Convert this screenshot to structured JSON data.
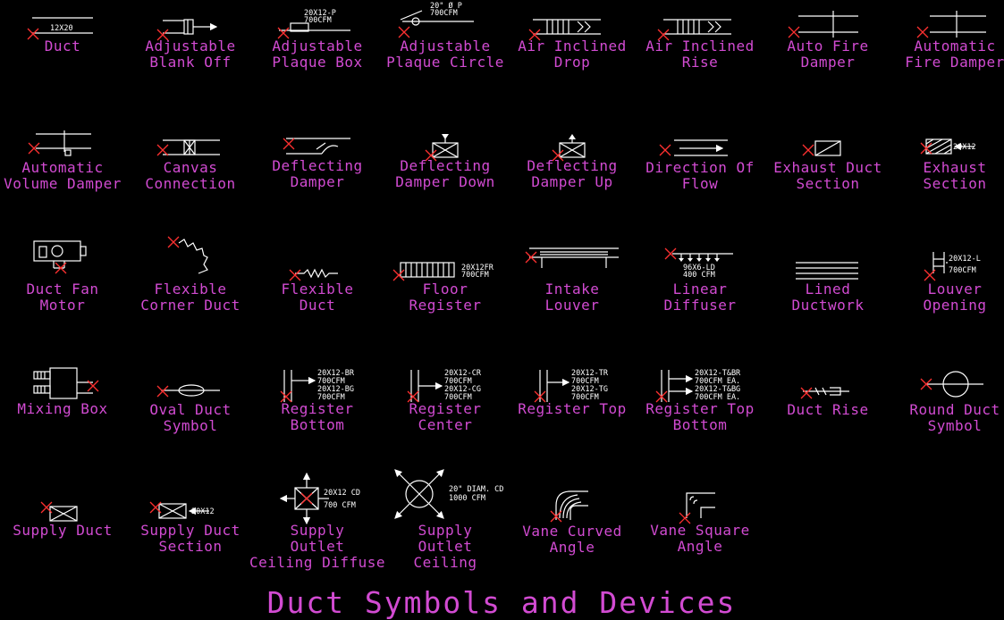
{
  "title": "Duct Symbols and Devices",
  "colors": {
    "background": "#000000",
    "label": "#d24bd2",
    "symbol": "#ffffff",
    "insertion_mark": "#ff3030"
  },
  "symbols": [
    {
      "label": [
        "Duct"
      ],
      "annotations": [
        "12X20"
      ]
    },
    {
      "label": [
        "Adjustable",
        "Blank Off"
      ],
      "annotations": []
    },
    {
      "label": [
        "Adjustable",
        "Plaque Box"
      ],
      "annotations": [
        "20X12-P",
        "700CFM"
      ]
    },
    {
      "label": [
        "Adjustable",
        "Plaque Circle"
      ],
      "annotations": [
        "20\" Ø P",
        "700CFM"
      ]
    },
    {
      "label": [
        "Air Inclined",
        "Drop"
      ],
      "annotations": []
    },
    {
      "label": [
        "Air Inclined",
        "Rise"
      ],
      "annotations": []
    },
    {
      "label": [
        "Auto Fire",
        "Damper"
      ],
      "annotations": []
    },
    {
      "label": [
        "Automatic",
        "Fire Damper"
      ],
      "annotations": []
    },
    {
      "label": [
        "Automatic",
        "Volume Damper"
      ],
      "annotations": []
    },
    {
      "label": [
        "Canvas",
        "Connection"
      ],
      "annotations": []
    },
    {
      "label": [
        "Deflecting",
        "Damper"
      ],
      "annotations": []
    },
    {
      "label": [
        "Deflecting",
        "Damper Down"
      ],
      "annotations": []
    },
    {
      "label": [
        "Deflecting",
        "Damper Up"
      ],
      "annotations": []
    },
    {
      "label": [
        "Direction Of",
        "Flow"
      ],
      "annotations": []
    },
    {
      "label": [
        "Exhaust Duct",
        "Section"
      ],
      "annotations": []
    },
    {
      "label": [
        "Exhaust",
        "Section"
      ],
      "annotations": [
        "20X12"
      ]
    },
    {
      "label": [
        "Duct Fan",
        "Motor"
      ],
      "annotations": []
    },
    {
      "label": [
        "Flexible",
        "Corner Duct"
      ],
      "annotations": []
    },
    {
      "label": [
        "Flexible",
        "Duct"
      ],
      "annotations": []
    },
    {
      "label": [
        "Floor",
        "Register"
      ],
      "annotations": [
        "20X12FR",
        "700CFM"
      ]
    },
    {
      "label": [
        "Intake",
        "Louver"
      ],
      "annotations": []
    },
    {
      "label": [
        "Linear",
        "Diffuser"
      ],
      "annotations": [
        "96X6-LD",
        "400 CFM"
      ]
    },
    {
      "label": [
        "Lined",
        "Ductwork"
      ],
      "annotations": []
    },
    {
      "label": [
        "Louver",
        "Opening"
      ],
      "annotations": [
        "20X12-L",
        "700CFM"
      ]
    },
    {
      "label": [
        "Mixing Box"
      ],
      "annotations": []
    },
    {
      "label": [
        "Oval Duct",
        "Symbol"
      ],
      "annotations": []
    },
    {
      "label": [
        "Register",
        "Bottom"
      ],
      "annotations": [
        "20X12-BR",
        "700CFM",
        "20X12-BG",
        "700CFM"
      ]
    },
    {
      "label": [
        "Register",
        "Center"
      ],
      "annotations": [
        "20X12-CR",
        "700CFM",
        "20X12-CG",
        "700CFM"
      ]
    },
    {
      "label": [
        "Register Top"
      ],
      "annotations": [
        "20X12-TR",
        "700CFM",
        "20X12-TG",
        "700CFM"
      ]
    },
    {
      "label": [
        "Register Top",
        "Bottom"
      ],
      "annotations": [
        "20X12-T&BR",
        "700CFM EA.",
        "20X12-T&BG",
        "700CFM EA."
      ]
    },
    {
      "label": [
        "Duct Rise"
      ],
      "annotations": []
    },
    {
      "label": [
        "Round Duct",
        "Symbol"
      ],
      "annotations": []
    },
    {
      "label": [
        "Supply Duct"
      ],
      "annotations": []
    },
    {
      "label": [
        "Supply Duct",
        "Section"
      ],
      "annotations": [
        "20X12"
      ]
    },
    {
      "label": [
        "Supply",
        "Outlet",
        "Ceiling Diffuse"
      ],
      "annotations": [
        "20X12 CD",
        "700 CFM"
      ]
    },
    {
      "label": [
        "Supply",
        "Outlet",
        "Ceiling"
      ],
      "annotations": [
        "20\" DIAM. CD",
        "1000 CFM"
      ]
    },
    {
      "label": [
        "Vane Curved",
        "Angle"
      ],
      "annotations": []
    },
    {
      "label": [
        "Vane Square",
        "Angle"
      ],
      "annotations": []
    }
  ]
}
